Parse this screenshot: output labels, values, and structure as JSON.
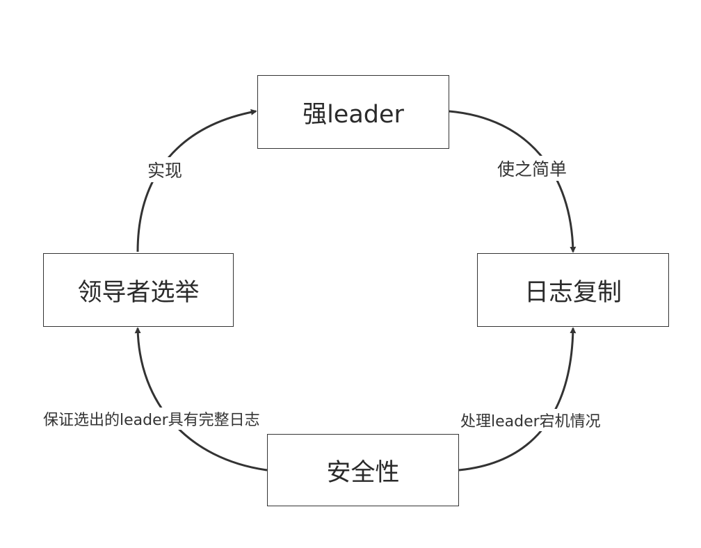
{
  "nodes": {
    "strong_leader": "强leader",
    "leader_election": "领导者选举",
    "log_replication": "日志复制",
    "safety": "安全性"
  },
  "edges": {
    "election_to_strong": "实现",
    "strong_to_log": "使之简单",
    "safety_to_election": "保证选出的leader具有完整日志",
    "safety_to_log": "处理leader宕机情况"
  },
  "colors": {
    "stroke": "#333333",
    "text": "#2a2a2a"
  }
}
